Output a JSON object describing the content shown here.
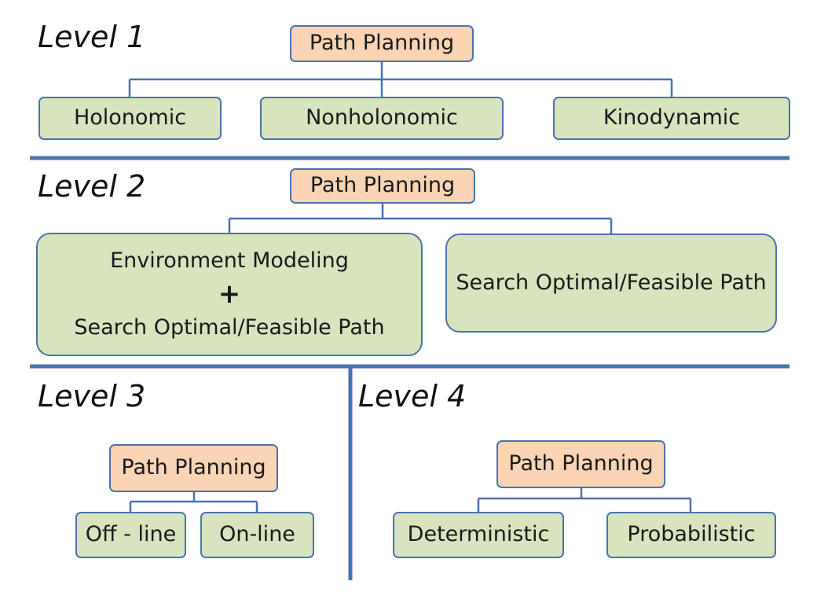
{
  "level1": {
    "label": "Level 1",
    "root": "Path Planning",
    "children": [
      "Holonomic",
      "Nonholonomic",
      "Kinodynamic"
    ]
  },
  "level2": {
    "label": "Level 2",
    "root": "Path Planning",
    "left_box": {
      "line1": "Environment Modeling",
      "plus": "+",
      "line2": "Search Optimal/Feasible Path"
    },
    "right_box": "Search Optimal/Feasible Path"
  },
  "level3": {
    "label": "Level 3",
    "root": "Path Planning",
    "children": [
      "Off - line",
      "On-line"
    ]
  },
  "level4": {
    "label": "Level 4",
    "root": "Path Planning",
    "children": [
      "Deterministic",
      "Probabilistic"
    ]
  },
  "colors": {
    "root_fill": "#fbd4b4",
    "leaf_fill": "#d7e4bd",
    "border": "#4a72b0"
  }
}
